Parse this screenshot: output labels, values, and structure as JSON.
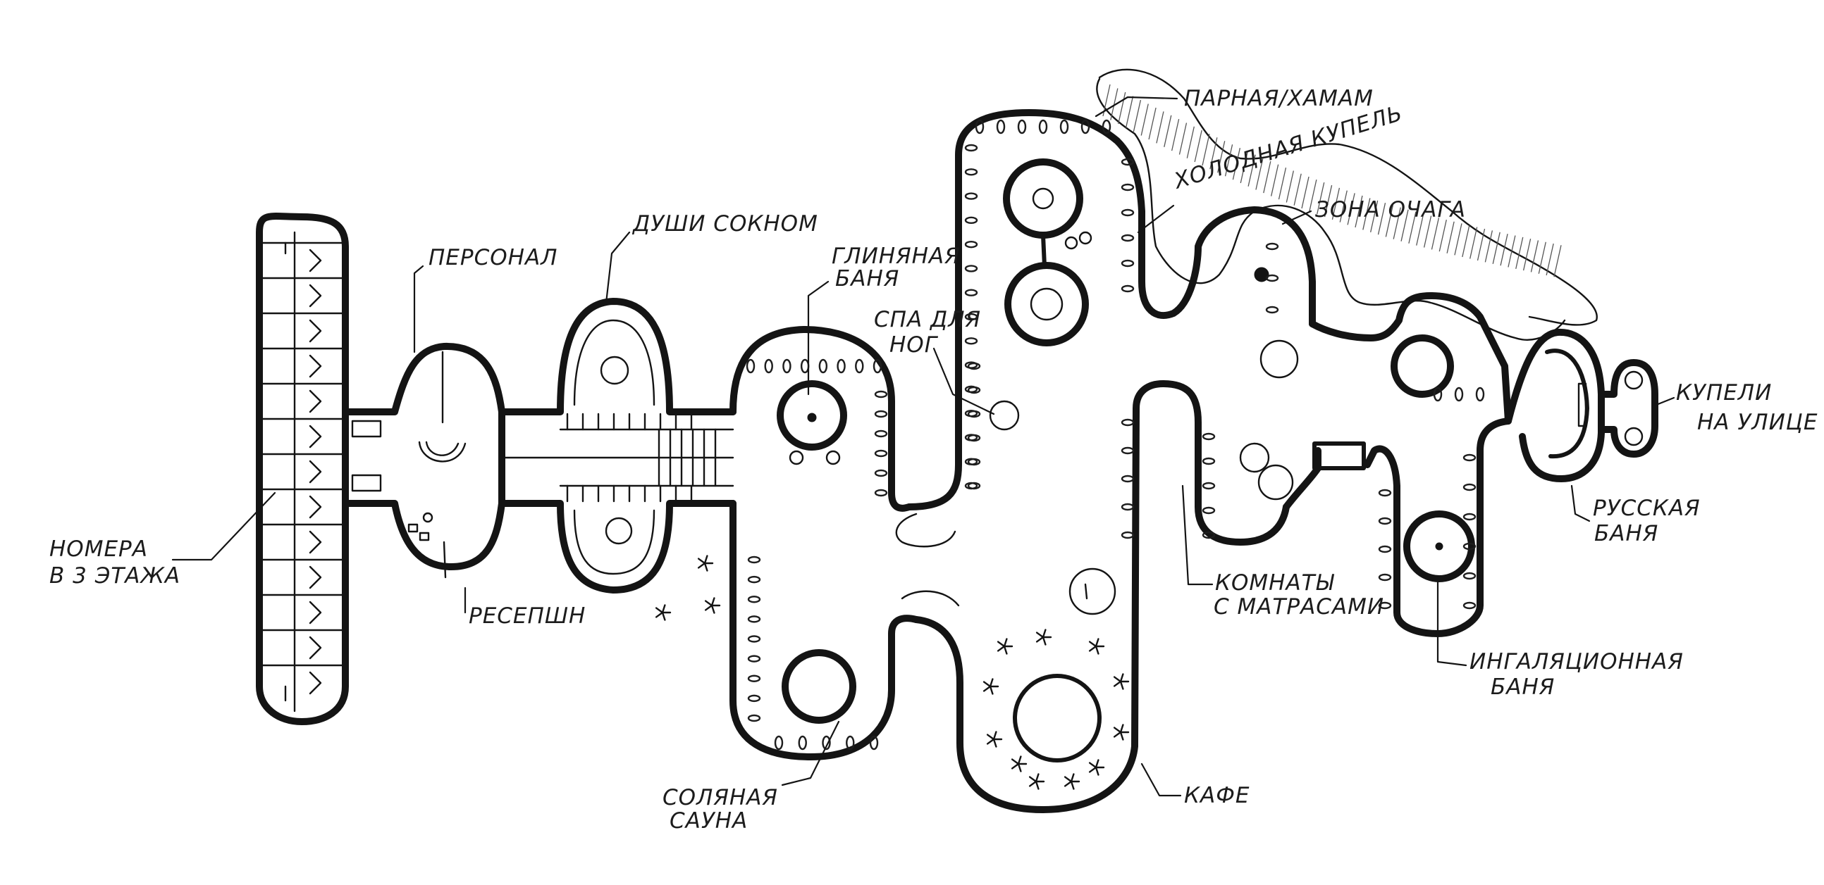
{
  "plan": {
    "labels": {
      "hotel_rooms": [
        "НОМЕРА",
        "В 3 ЭТАЖА"
      ],
      "staff": [
        "ПЕРСОНАЛ"
      ],
      "reception": [
        "РЕСЕПШН"
      ],
      "showers": [
        "ДУШИ СОКНОМ"
      ],
      "clay_bath": [
        "ГЛИНЯНАЯ",
        "БАНЯ"
      ],
      "foot_spa": [
        "СПА ДЛЯ",
        "НОГ"
      ],
      "steam_hammam": [
        "ПАРНАЯ/ХАМАМ"
      ],
      "cold_plunge": [
        "ХОЛОДНАЯ КУПЕЛЬ"
      ],
      "hearth_zone": [
        "ЗОНА ОЧАГА"
      ],
      "outdoor_plunges": [
        "КУПЕЛИ",
        "НА УЛИЦЕ"
      ],
      "russian_bath": [
        "РУССКАЯ",
        "БАНЯ"
      ],
      "mattress_rooms": [
        "КОМНАТЫ",
        "С МАТРАСАМИ"
      ],
      "inhalation_bath": [
        "ИНГАЛЯЦИОННАЯ",
        "БАНЯ"
      ],
      "salt_sauna": [
        "СОЛЯНАЯ",
        "САУНА"
      ],
      "cafe": [
        "КАФЕ"
      ]
    }
  }
}
